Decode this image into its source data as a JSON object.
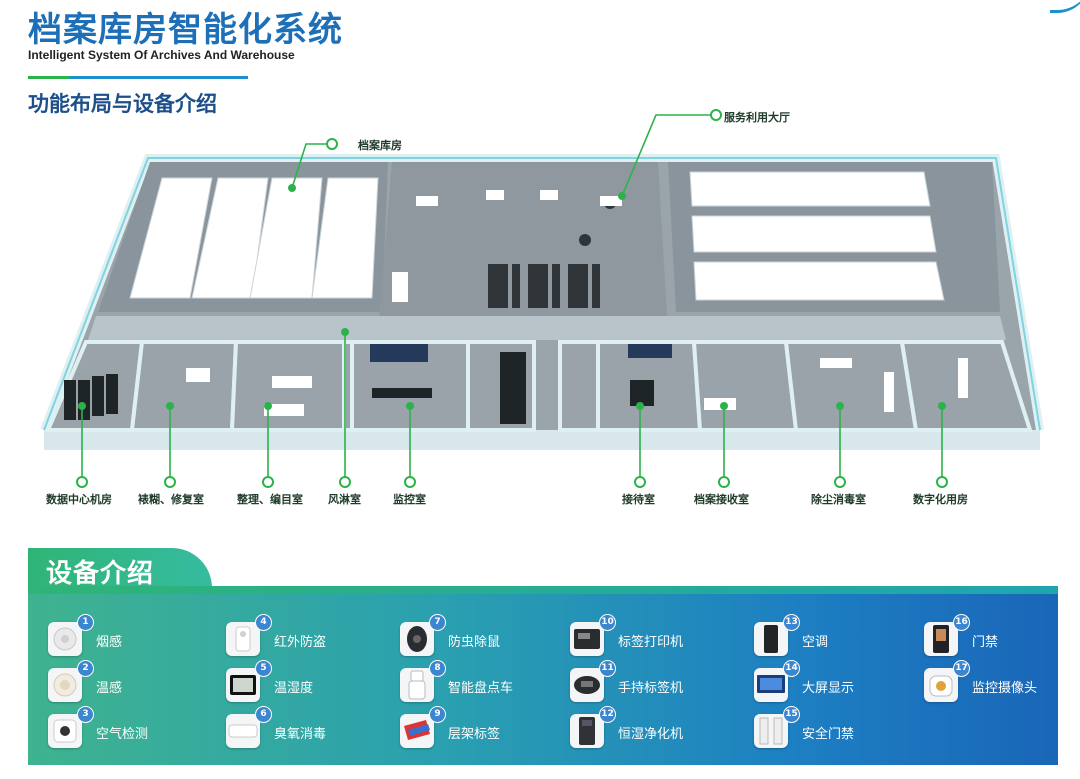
{
  "header": {
    "title": "档案库房智能化系统",
    "subtitle": "Intelligent System Of Archives And Warehouse",
    "section_title": "功能布局与设备介绍"
  },
  "floorplan": {
    "labels": {
      "archive_storage": "档案库房",
      "service_hall": "服务利用大厅",
      "data_center": "数据中心机房",
      "mounting_repair": "裱糊、修复室",
      "sorting_cataloging": "整理、编目室",
      "air_shower": "风淋室",
      "monitoring_room": "监控室",
      "reception": "接待室",
      "archive_receiving": "档案接收室",
      "dust_disinfection": "除尘消毒室",
      "digitization": "数字化用房"
    },
    "colors": {
      "accent_green": "#2bb34a",
      "floor": "#8a949c",
      "wall": "#e9f3f6",
      "glass": "#7fd4df"
    }
  },
  "equipment": {
    "title": "设备介绍",
    "items": [
      {
        "num": "1",
        "label": "烟感",
        "icon": "smoke-detector-icon"
      },
      {
        "num": "2",
        "label": "温感",
        "icon": "temperature-sensor-icon"
      },
      {
        "num": "3",
        "label": "空气检测",
        "icon": "air-quality-sensor-icon"
      },
      {
        "num": "4",
        "label": "红外防盗",
        "icon": "infrared-sensor-icon"
      },
      {
        "num": "5",
        "label": "温湿度",
        "icon": "thermo-hygrometer-icon"
      },
      {
        "num": "6",
        "label": "臭氧消毒",
        "icon": "ozone-disinfector-icon"
      },
      {
        "num": "7",
        "label": "防虫除鼠",
        "icon": "pest-repeller-icon"
      },
      {
        "num": "8",
        "label": "智能盘点车",
        "icon": "inventory-cart-icon"
      },
      {
        "num": "9",
        "label": "层架标签",
        "icon": "shelf-label-icon"
      },
      {
        "num": "10",
        "label": "标签打印机",
        "icon": "label-printer-icon"
      },
      {
        "num": "11",
        "label": "手持标签机",
        "icon": "handheld-reader-icon"
      },
      {
        "num": "12",
        "label": "恒湿净化机",
        "icon": "humidity-purifier-icon"
      },
      {
        "num": "13",
        "label": "空调",
        "icon": "air-conditioner-icon"
      },
      {
        "num": "14",
        "label": "大屏显示",
        "icon": "large-display-icon"
      },
      {
        "num": "15",
        "label": "安全门禁",
        "icon": "security-gate-icon"
      },
      {
        "num": "16",
        "label": "门禁",
        "icon": "access-control-icon"
      },
      {
        "num": "17",
        "label": "监控摄像头",
        "icon": "surveillance-camera-icon"
      }
    ]
  }
}
